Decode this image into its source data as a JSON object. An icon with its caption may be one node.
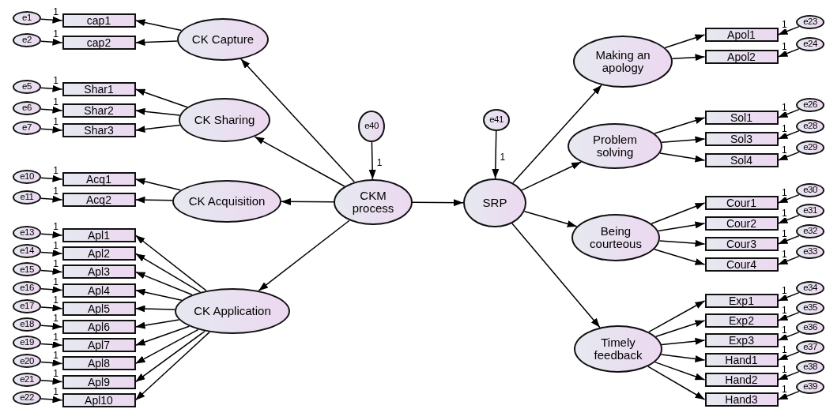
{
  "diagram": {
    "nodes": [
      {
        "text": [
          "CKM process"
        ]
      },
      {
        "text": [
          "e40"
        ]
      },
      {
        "text": [
          "SRP"
        ]
      },
      {
        "text": [
          "e41"
        ]
      },
      {
        "text": [
          "CK Capture"
        ]
      },
      {
        "text": [
          "CK Sharing"
        ]
      },
      {
        "text": [
          "CK Acquisition"
        ]
      },
      {
        "text": [
          "CK Application"
        ]
      },
      {
        "text": [
          "Making an apology"
        ]
      },
      {
        "text": [
          "Problem solving"
        ]
      },
      {
        "text": [
          "Being courteous"
        ]
      },
      {
        "text": [
          "Timely feedback"
        ]
      },
      {
        "text": [
          "cap1"
        ]
      },
      {
        "text": [
          "cap2"
        ]
      },
      {
        "text": [
          "Shar1"
        ]
      },
      {
        "text": [
          "Shar2"
        ]
      },
      {
        "text": [
          "Shar3"
        ]
      },
      {
        "text": [
          "Acq1"
        ]
      },
      {
        "text": [
          "Acq2"
        ]
      },
      {
        "text": [
          "Apl1"
        ]
      },
      {
        "text": [
          "Apl2"
        ]
      },
      {
        "text": [
          "Apl3"
        ]
      },
      {
        "text": [
          "Apl4"
        ]
      },
      {
        "text": [
          "Apl5"
        ]
      },
      {
        "text": [
          "Apl6"
        ]
      },
      {
        "text": [
          "Apl7"
        ]
      },
      {
        "text": [
          "Apl8"
        ]
      },
      {
        "text": [
          "Apl9"
        ]
      },
      {
        "text": [
          "Apl10"
        ]
      },
      {
        "text": [
          "Apol1"
        ]
      },
      {
        "text": [
          "Apol2"
        ]
      },
      {
        "text": [
          "Sol1"
        ]
      },
      {
        "text": [
          "Sol3"
        ]
      },
      {
        "text": [
          "Sol4"
        ]
      },
      {
        "text": [
          "Cour1"
        ]
      },
      {
        "text": [
          "Cour2"
        ]
      },
      {
        "text": [
          "Cour3"
        ]
      },
      {
        "text": [
          "Cour4"
        ]
      },
      {
        "text": [
          "Exp1"
        ]
      },
      {
        "text": [
          "Exp2"
        ]
      },
      {
        "text": [
          "Exp3"
        ]
      },
      {
        "text": [
          "Hand1"
        ]
      },
      {
        "text": [
          "Hand2"
        ]
      },
      {
        "text": [
          "Hand3"
        ]
      },
      {
        "text": [
          "e1"
        ]
      },
      {
        "text": [
          "e2"
        ]
      },
      {
        "text": [
          "e5"
        ]
      },
      {
        "text": [
          "e6"
        ]
      },
      {
        "text": [
          "e7"
        ]
      },
      {
        "text": [
          "e10"
        ]
      },
      {
        "text": [
          "e11"
        ]
      },
      {
        "text": [
          "e13"
        ]
      },
      {
        "text": [
          "e14"
        ]
      },
      {
        "text": [
          "e15"
        ]
      },
      {
        "text": [
          "e16"
        ]
      },
      {
        "text": [
          "e17"
        ]
      },
      {
        "text": [
          "e18"
        ]
      },
      {
        "text": [
          "e19"
        ]
      },
      {
        "text": [
          "e20"
        ]
      },
      {
        "text": [
          "e21"
        ]
      },
      {
        "text": [
          "e22"
        ]
      },
      {
        "text": [
          "e23"
        ]
      },
      {
        "text": [
          "e24"
        ]
      },
      {
        "text": [
          "e26"
        ]
      },
      {
        "text": [
          "e28"
        ]
      },
      {
        "text": [
          "e29"
        ]
      },
      {
        "text": [
          "e30"
        ]
      },
      {
        "text": [
          "e31"
        ]
      },
      {
        "text": [
          "e32"
        ]
      },
      {
        "text": [
          "e33"
        ]
      },
      {
        "text": [
          "e34"
        ]
      },
      {
        "text": [
          "e35"
        ]
      },
      {
        "text": [
          "e36"
        ]
      },
      {
        "text": [
          "e37"
        ]
      },
      {
        "text": [
          "e38"
        ]
      },
      {
        "text": [
          "e39"
        ]
      }
    ],
    "edges": [
      {
        "from": 0,
        "to": 4,
        "arrow": "to"
      },
      {
        "from": 0,
        "to": 5,
        "arrow": "to"
      },
      {
        "from": 0,
        "to": 6,
        "arrow": "to"
      },
      {
        "from": 0,
        "to": 7,
        "arrow": "to"
      },
      {
        "from": 0,
        "to": 2,
        "arrow": "to"
      },
      {
        "from": 2,
        "to": 8,
        "arrow": "to"
      },
      {
        "from": 2,
        "to": 9,
        "arrow": "to"
      },
      {
        "from": 2,
        "to": 10,
        "arrow": "to"
      },
      {
        "from": 2,
        "to": 11,
        "arrow": "to"
      },
      {
        "from": 1,
        "to": 0,
        "arrow": "to",
        "label": "1"
      },
      {
        "from": 3,
        "to": 2,
        "arrow": "to",
        "label": "1"
      },
      {
        "from": 4,
        "to": 12,
        "arrow": "to"
      },
      {
        "from": 4,
        "to": 13,
        "arrow": "to"
      },
      {
        "from": 5,
        "to": 14,
        "arrow": "to"
      },
      {
        "from": 5,
        "to": 15,
        "arrow": "to"
      },
      {
        "from": 5,
        "to": 16,
        "arrow": "to"
      },
      {
        "from": 6,
        "to": 17,
        "arrow": "to"
      },
      {
        "from": 6,
        "to": 18,
        "arrow": "to"
      },
      {
        "from": 7,
        "to": 19,
        "arrow": "to"
      },
      {
        "from": 7,
        "to": 20,
        "arrow": "to"
      },
      {
        "from": 7,
        "to": 21,
        "arrow": "to"
      },
      {
        "from": 7,
        "to": 22,
        "arrow": "to"
      },
      {
        "from": 7,
        "to": 23,
        "arrow": "to"
      },
      {
        "from": 7,
        "to": 24,
        "arrow": "to"
      },
      {
        "from": 7,
        "to": 25,
        "arrow": "to"
      },
      {
        "from": 7,
        "to": 26,
        "arrow": "to"
      },
      {
        "from": 7,
        "to": 27,
        "arrow": "to"
      },
      {
        "from": 7,
        "to": 28,
        "arrow": "to"
      },
      {
        "from": 8,
        "to": 29,
        "arrow": "to"
      },
      {
        "from": 8,
        "to": 30,
        "arrow": "to"
      },
      {
        "from": 9,
        "to": 31,
        "arrow": "to"
      },
      {
        "from": 9,
        "to": 32,
        "arrow": "to"
      },
      {
        "from": 9,
        "to": 33,
        "arrow": "to"
      },
      {
        "from": 10,
        "to": 34,
        "arrow": "to"
      },
      {
        "from": 10,
        "to": 35,
        "arrow": "to"
      },
      {
        "from": 10,
        "to": 36,
        "arrow": "to"
      },
      {
        "from": 10,
        "to": 37,
        "arrow": "to"
      },
      {
        "from": 11,
        "to": 38,
        "arrow": "to"
      },
      {
        "from": 11,
        "to": 39,
        "arrow": "to"
      },
      {
        "from": 11,
        "to": 40,
        "arrow": "to"
      },
      {
        "from": 11,
        "to": 41,
        "arrow": "to"
      },
      {
        "from": 11,
        "to": 42,
        "arrow": "to"
      },
      {
        "from": 11,
        "to": 43,
        "arrow": "to"
      },
      {
        "from": 44,
        "to": 12,
        "arrow": "to",
        "label": "1"
      },
      {
        "from": 45,
        "to": 13,
        "arrow": "to",
        "label": "1"
      },
      {
        "from": 46,
        "to": 14,
        "arrow": "to",
        "label": "1"
      },
      {
        "from": 47,
        "to": 15,
        "arrow": "to",
        "label": "1"
      },
      {
        "from": 48,
        "to": 16,
        "arrow": "to",
        "label": "1"
      },
      {
        "from": 49,
        "to": 17,
        "arrow": "to",
        "label": "1"
      },
      {
        "from": 50,
        "to": 18,
        "arrow": "to",
        "label": "1"
      },
      {
        "from": 51,
        "to": 19,
        "arrow": "to",
        "label": "1"
      },
      {
        "from": 52,
        "to": 20,
        "arrow": "to",
        "label": "1"
      },
      {
        "from": 53,
        "to": 21,
        "arrow": "to",
        "label": "1"
      },
      {
        "from": 54,
        "to": 22,
        "arrow": "to",
        "label": "1"
      },
      {
        "from": 55,
        "to": 23,
        "arrow": "to",
        "label": "1"
      },
      {
        "from": 56,
        "to": 24,
        "arrow": "to",
        "label": "1"
      },
      {
        "from": 57,
        "to": 25,
        "arrow": "to",
        "label": "1"
      },
      {
        "from": 58,
        "to": 26,
        "arrow": "to",
        "label": "1"
      },
      {
        "from": 59,
        "to": 27,
        "arrow": "to",
        "label": "1"
      },
      {
        "from": 60,
        "to": 28,
        "arrow": "to",
        "label": "1"
      },
      {
        "from": 61,
        "to": 29,
        "arrow": "to",
        "label": "1"
      },
      {
        "from": 62,
        "to": 30,
        "arrow": "to",
        "label": "1"
      },
      {
        "from": 63,
        "to": 31,
        "arrow": "to",
        "label": "1"
      },
      {
        "from": 64,
        "to": 32,
        "arrow": "to",
        "label": "1"
      },
      {
        "from": 65,
        "to": 33,
        "arrow": "to",
        "label": "1"
      },
      {
        "from": 66,
        "to": 34,
        "arrow": "to",
        "label": "1"
      },
      {
        "from": 67,
        "to": 35,
        "arrow": "to",
        "label": "1"
      },
      {
        "from": 68,
        "to": 36,
        "arrow": "to",
        "label": "1"
      },
      {
        "from": 69,
        "to": 37,
        "arrow": "to",
        "label": "1"
      },
      {
        "from": 70,
        "to": 38,
        "arrow": "to",
        "label": "1"
      },
      {
        "from": 71,
        "to": 39,
        "arrow": "to",
        "label": "1"
      },
      {
        "from": 72,
        "to": 40,
        "arrow": "to",
        "label": "1"
      },
      {
        "from": 73,
        "to": 41,
        "arrow": "to",
        "label": "1"
      },
      {
        "from": 74,
        "to": 42,
        "arrow": "to",
        "label": "1"
      },
      {
        "from": 75,
        "to": 43,
        "arrow": "to",
        "label": "1"
      }
    ]
  }
}
